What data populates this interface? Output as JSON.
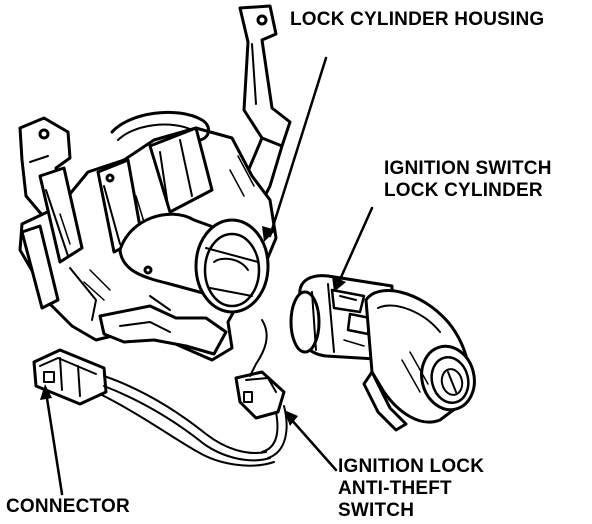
{
  "labels": {
    "lock_cylinder_housing": [
      "LOCK CYLINDER HOUSING"
    ],
    "ignition_switch_lock_cylinder": [
      "IGNITION SWITCH",
      "LOCK CYLINDER"
    ],
    "ignition_lock_anti_theft_switch": [
      "IGNITION LOCK",
      "ANTI-THEFT",
      "SWITCH"
    ],
    "connector": [
      "CONNECTOR"
    ]
  },
  "colors": {
    "ink": "#000000",
    "paper": "#ffffff"
  }
}
